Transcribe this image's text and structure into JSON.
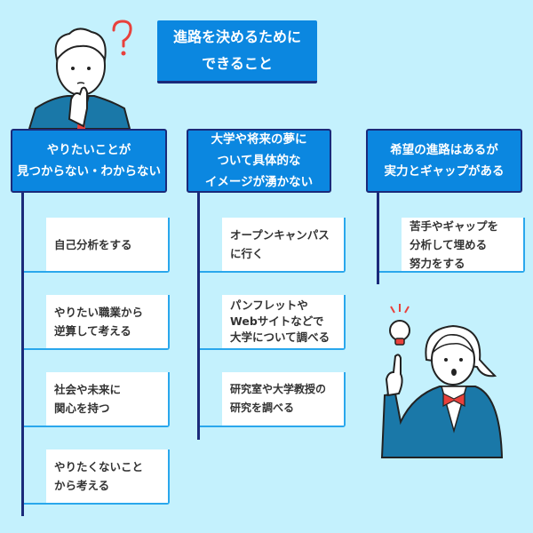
{
  "title": {
    "line1": "進路を決めるために",
    "line2": "できること"
  },
  "columns": [
    {
      "heading": [
        "やりたいことが",
        "見つからない・わからない"
      ],
      "items": [
        [
          "自己分析をする"
        ],
        [
          "やりたい職業から",
          "逆算して考える"
        ],
        [
          "社会や未来に",
          "関心を持つ"
        ],
        [
          "やりたくないこと",
          "から考える"
        ]
      ]
    },
    {
      "heading": [
        "大学や将来の夢に",
        "ついて具体的な",
        "イメージが湧かない"
      ],
      "items": [
        [
          "オープンキャンパス",
          "に行く"
        ],
        [
          "パンフレットや",
          "Webサイトなどで",
          "大学について調べる"
        ],
        [
          "研究室や大学教授の",
          "研究を調べる"
        ]
      ]
    },
    {
      "heading": [
        "希望の進路はあるが",
        "実力とギャップがある"
      ],
      "items": [
        [
          "苦手やギャップを",
          "分析して埋める",
          "努力をする"
        ]
      ]
    }
  ],
  "colors": {
    "background": "#c4f1fd",
    "box": "#0b87e0",
    "border": "#1b2a7a",
    "accent": "#2aa7ec",
    "red": "#e8413c"
  }
}
